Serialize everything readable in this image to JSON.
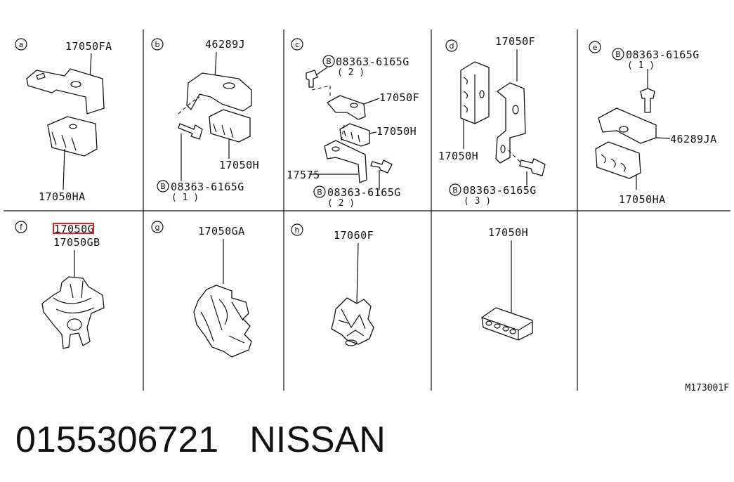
{
  "panels": {
    "a": {
      "letter": "a",
      "top_part": "17050FA",
      "bottom_part": "17050HA"
    },
    "b": {
      "letter": "b",
      "top_part": "46289J",
      "bolt": "08363-6165G",
      "bolt_qty": "( 1 )",
      "clip": "17050H"
    },
    "c": {
      "letter": "c",
      "bolt_top": "08363-6165G",
      "bolt_top_qty": "( 2 )",
      "part1": "17050F",
      "part2": "17050H",
      "bracket": "17575",
      "bolt_bottom": "08363-6165G",
      "bolt_bottom_qty": "( 2 )"
    },
    "d": {
      "letter": "d",
      "top_part": "17050F",
      "clip": "17050H",
      "bolt": "08363-6165G",
      "bolt_qty": "( 3 )"
    },
    "e": {
      "letter": "e",
      "bolt": "08363-6165G",
      "bolt_qty": "( 1 )",
      "bracket": "46289JA",
      "clip": "17050HA"
    },
    "f": {
      "letter": "f",
      "part_highlighted": "17050G",
      "part2": "17050GB"
    },
    "g": {
      "letter": "g",
      "part": "17050GA"
    },
    "h": {
      "letter": "h",
      "part": "17060F"
    },
    "i": {
      "part": "17050H"
    }
  },
  "bolt_marker": "B",
  "diagram_code": "M173001F",
  "footer": {
    "part_number": "0155306721",
    "brand": "NISSAN"
  },
  "colors": {
    "highlight": "#e02020",
    "ink": "#111111"
  }
}
